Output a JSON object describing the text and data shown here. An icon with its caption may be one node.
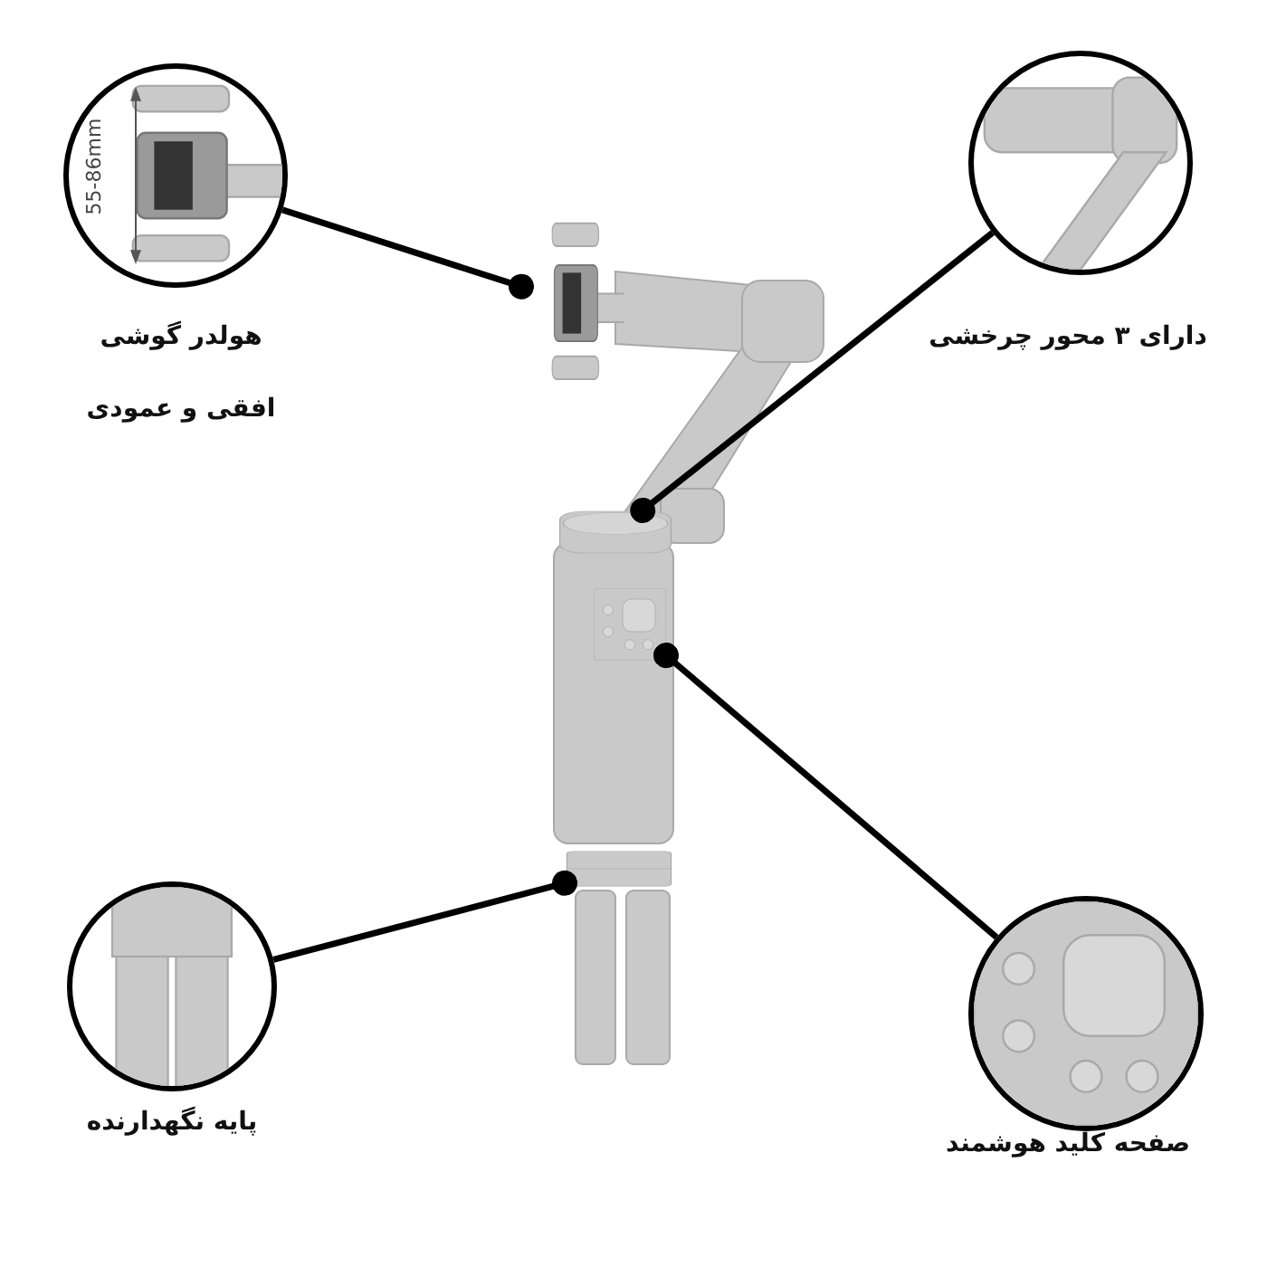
{
  "diagram": {
    "nodes": [
      {
        "text": [],
        "shape": "picture",
        "beside": [
          "هولدر گوشی",
          "افقی و عمودی"
        ]
      },
      {
        "text": [],
        "shape": "picture"
      },
      {
        "text": [],
        "shape": "picture",
        "beside": [
          "دارای ۳ محور چرخشی"
        ]
      },
      {
        "text": [],
        "shape": "picture"
      },
      {
        "text": [],
        "shape": "picture",
        "beside": [
          "صفحه کلید هوشمند"
        ]
      },
      {
        "text": [],
        "shape": "picture"
      },
      {
        "text": [],
        "shape": "picture",
        "beside": [
          "پایه نگهدارنده"
        ]
      },
      {
        "text": [],
        "shape": "picture"
      }
    ],
    "edges": [
      {
        "from": 0,
        "to": 1,
        "arrow": "other"
      },
      {
        "from": 2,
        "to": 3,
        "arrow": "other"
      },
      {
        "from": 4,
        "to": 5,
        "arrow": "other"
      },
      {
        "from": 6,
        "to": 7,
        "arrow": "other"
      }
    ],
    "labels": [
      "55-86mm"
    ]
  }
}
